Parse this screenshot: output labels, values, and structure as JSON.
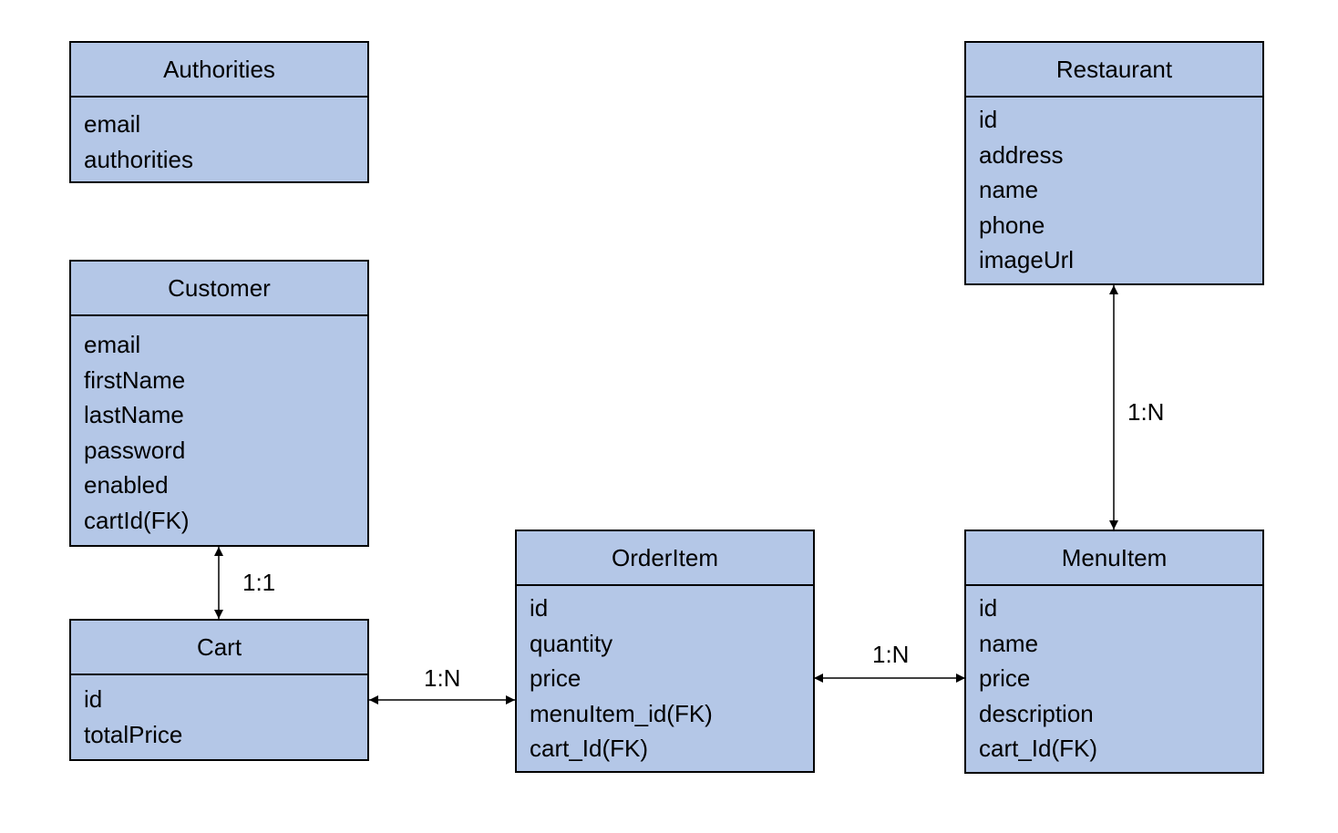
{
  "entities": {
    "authorities": {
      "title": "Authorities",
      "fields": [
        "email",
        "authorities"
      ]
    },
    "customer": {
      "title": "Customer",
      "fields": [
        "email",
        "firstName",
        "lastName",
        "password",
        "enabled",
        "cartId(FK)"
      ]
    },
    "cart": {
      "title": "Cart",
      "fields": [
        "id",
        "totalPrice"
      ]
    },
    "order_item": {
      "title": "OrderItem",
      "fields": [
        "id",
        "quantity",
        "price",
        "menuItem_id(FK)",
        "cart_Id(FK)"
      ]
    },
    "menu_item": {
      "title": "MenuItem",
      "fields": [
        "id",
        "name",
        "price",
        "description",
        "cart_Id(FK)"
      ]
    },
    "restaurant": {
      "title": "Restaurant",
      "fields": [
        "id",
        "address",
        "name",
        "phone",
        "imageUrl"
      ]
    }
  },
  "relationships": {
    "customer_cart": "1:1",
    "cart_order_item": "1:N",
    "order_item_menu_item": "1:N",
    "restaurant_menu_item": "1:N"
  },
  "colors": {
    "entity_fill": "#b4c7e7",
    "border": "#000000",
    "background": "#ffffff"
  }
}
